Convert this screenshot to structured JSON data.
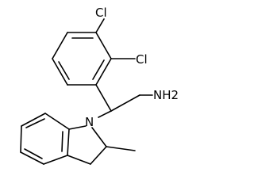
{
  "molecule": {
    "atom_labels": {
      "cl_top": "Cl",
      "cl_right": "Cl",
      "amine": "NH2",
      "nitrogen": "N"
    }
  },
  "colors": {
    "bond": "#000000",
    "text": "#000000",
    "background": "#ffffff"
  }
}
